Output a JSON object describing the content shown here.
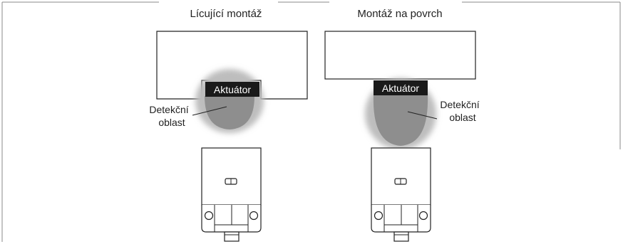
{
  "flush": {
    "title": "Lícující montáž",
    "actuator_label": "Aktuátor",
    "detection_line1": "Detekční",
    "detection_line2": "oblast"
  },
  "surface": {
    "title": "Montáž na povrch",
    "actuator_label": "Aktuátor",
    "detection_line1": "Detekční",
    "detection_line2": "oblast"
  },
  "colors": {
    "frame": "#7f7f7f",
    "outline": "#1a1a1a",
    "label_bg": "#1a1a1a",
    "label_text": "#ffffff",
    "detection_core": "#8c8c8c",
    "detection_glow": "#c8c8c8"
  }
}
